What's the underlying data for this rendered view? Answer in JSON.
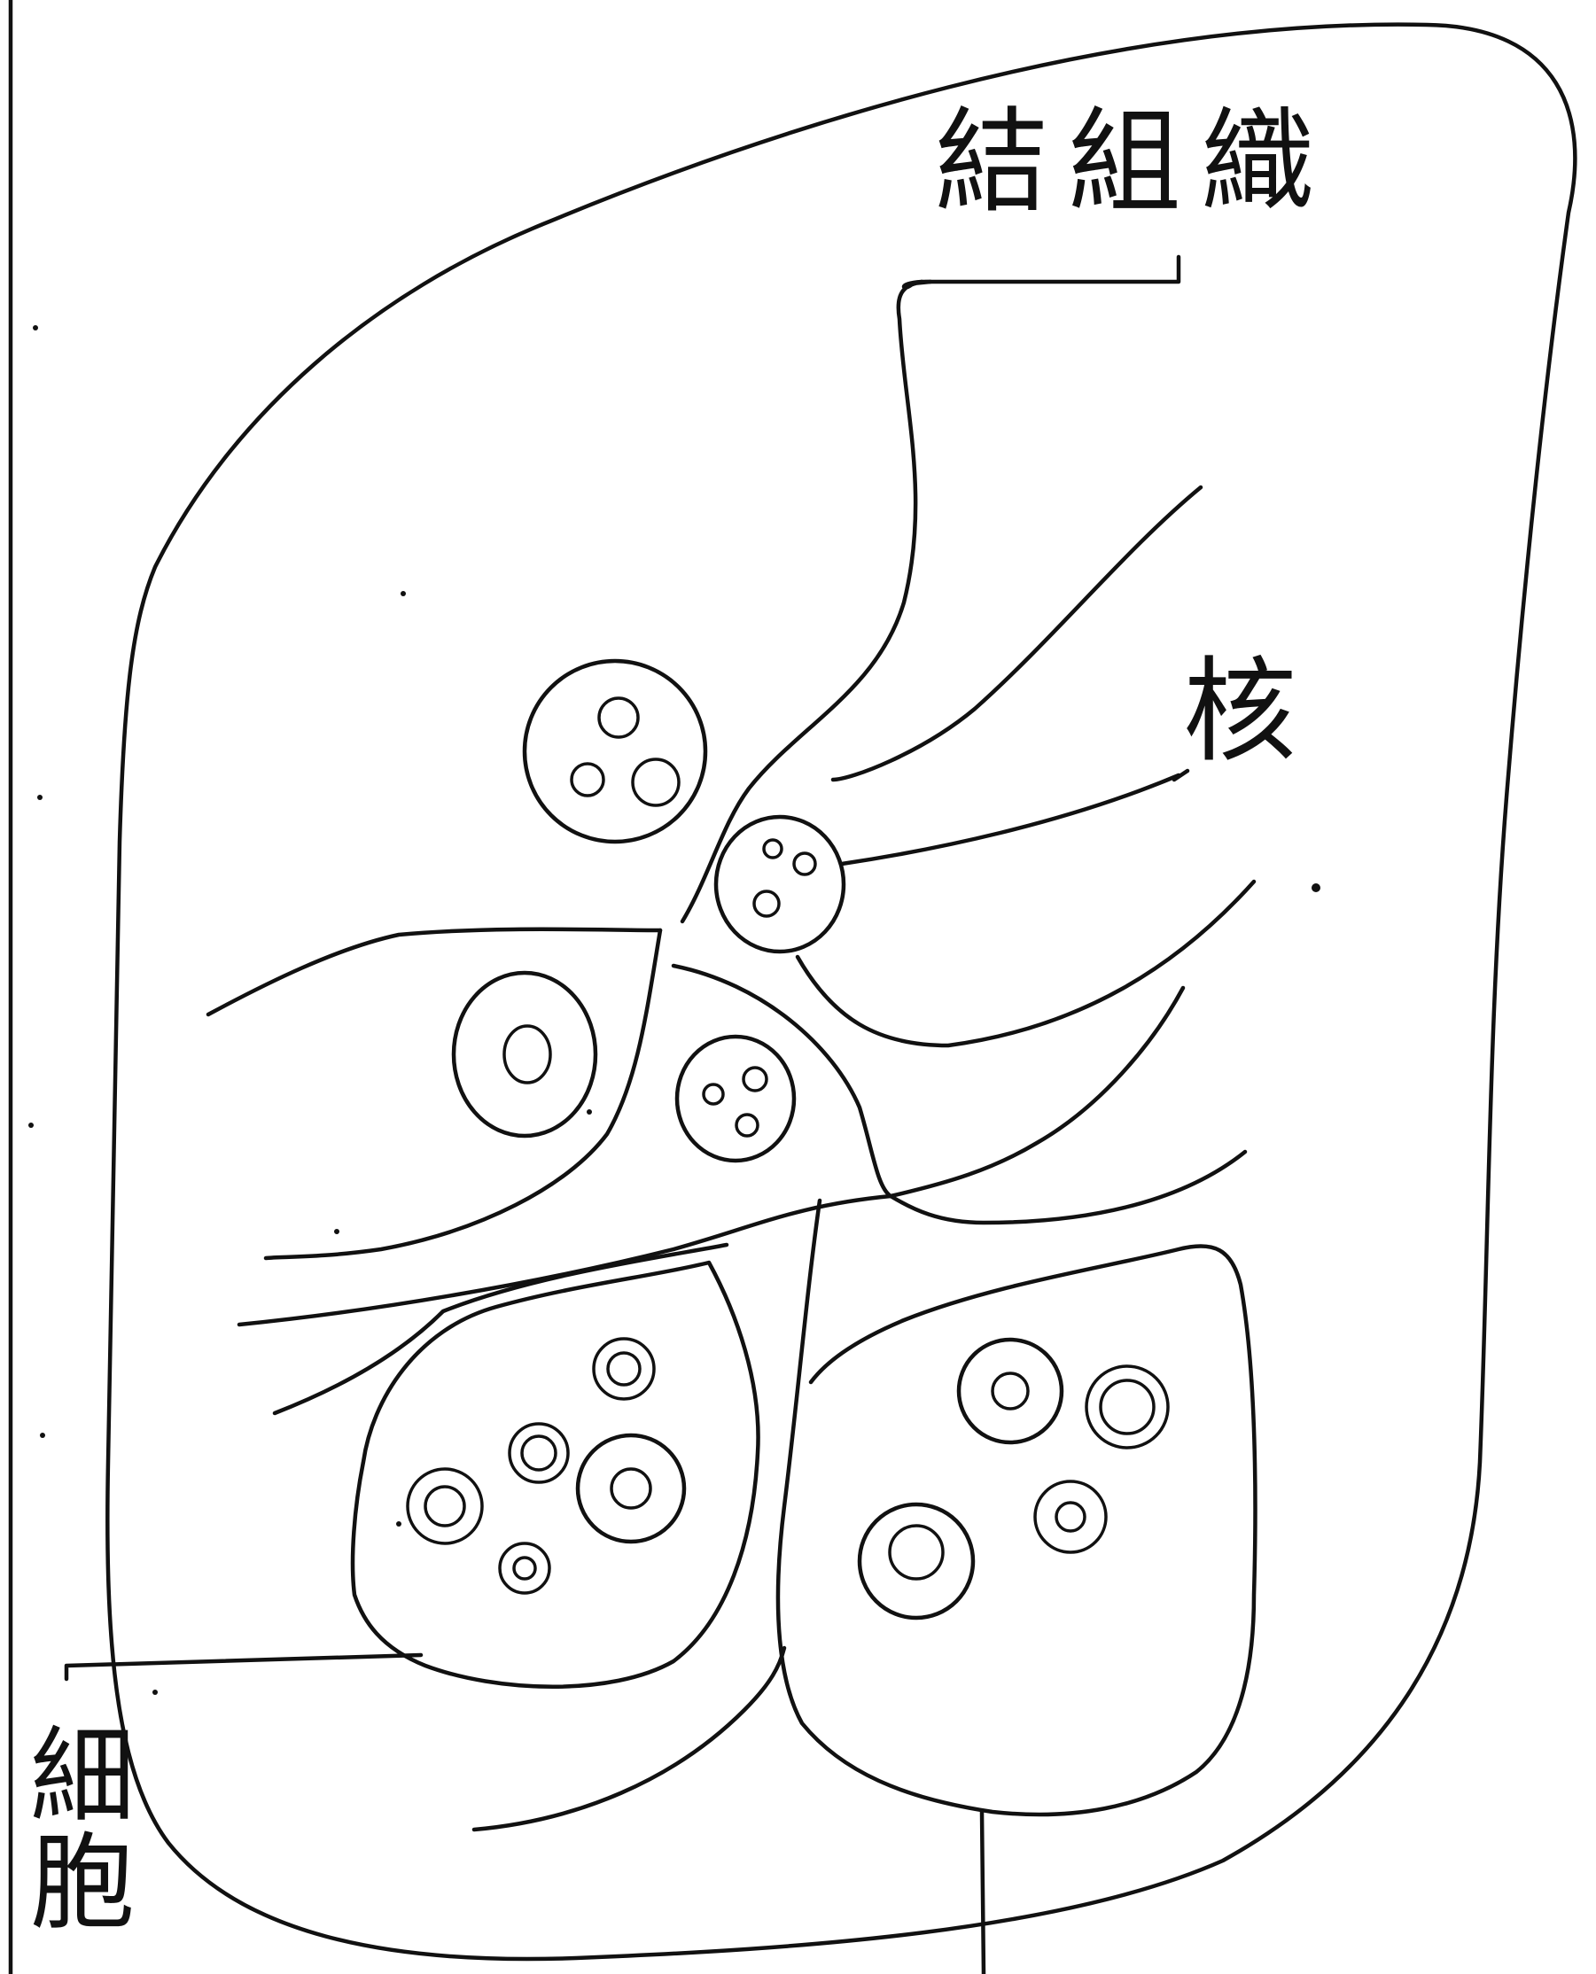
{
  "figure": {
    "labels": {
      "connective_tissue": "結組織",
      "nucleus": "核",
      "cell_line1": "細",
      "cell_line2": "胞"
    },
    "ink_color": "#111111",
    "background": "#ffffff"
  }
}
